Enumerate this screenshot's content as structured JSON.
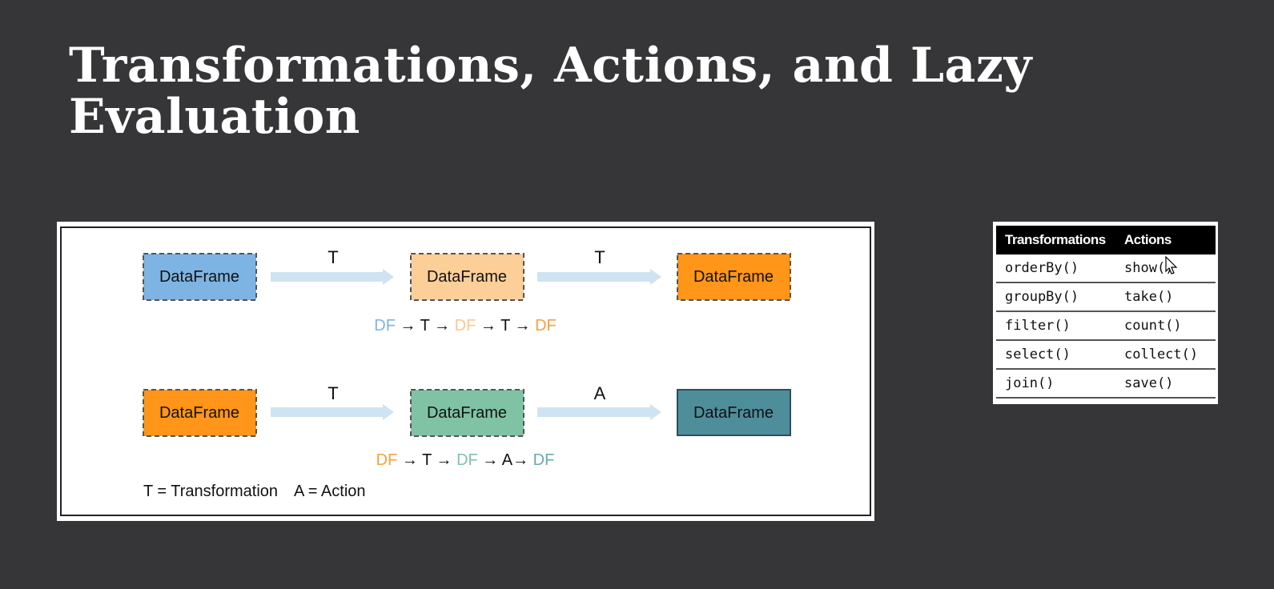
{
  "slide": {
    "title": "Transformations, Actions, and Lazy Evaluation"
  },
  "diagram": {
    "box_label": "DataFrame",
    "colors": {
      "blue": "#7EB4E3",
      "light_orange": "#FCCF99",
      "orange": "#FF9519",
      "green": "#7FC3A4",
      "teal": "#4E8E9B",
      "arrow": "#CFE3F2",
      "df_blue": "#7EB4E3",
      "df_light_orange": "#F9C98F",
      "df_orange": "#F7A13C",
      "df_green": "#7FC3A4",
      "df_teal": "#6AA9B5"
    },
    "row1": {
      "arrow1_label": "T",
      "arrow2_label": "T",
      "chain": [
        {
          "text": "DF",
          "color": "#7EB4E3"
        },
        {
          "text": " → T → ",
          "color": "#111111"
        },
        {
          "text": "DF",
          "color": "#F9C98F"
        },
        {
          "text": " → T → ",
          "color": "#111111"
        },
        {
          "text": "DF",
          "color": "#F7A13C"
        }
      ]
    },
    "row2": {
      "arrow1_label": "T",
      "arrow2_label": "A",
      "chain": [
        {
          "text": "DF",
          "color": "#F7A13C"
        },
        {
          "text": " → T → ",
          "color": "#111111"
        },
        {
          "text": "DF",
          "color": "#7FC3A4"
        },
        {
          "text": " → A→ ",
          "color": "#111111"
        },
        {
          "text": "DF",
          "color": "#6AA9B5"
        }
      ]
    },
    "legend": {
      "t": "T = Transformation",
      "a": "A = Action"
    }
  },
  "ops_table": {
    "headers": [
      "Transformations",
      "Actions"
    ],
    "rows": [
      [
        "orderBy()",
        "show()"
      ],
      [
        "groupBy()",
        "take()"
      ],
      [
        "filter()",
        "count()"
      ],
      [
        "select()",
        "collect()"
      ],
      [
        "join()",
        "save()"
      ]
    ]
  }
}
